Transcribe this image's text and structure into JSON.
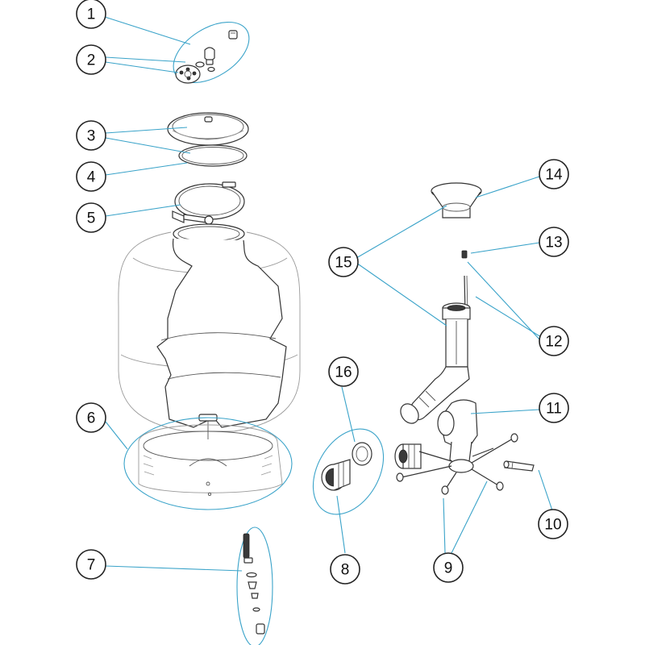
{
  "callouts": [
    {
      "label": "1"
    },
    {
      "label": "2"
    },
    {
      "label": "3"
    },
    {
      "label": "4"
    },
    {
      "label": "5"
    },
    {
      "label": "6"
    },
    {
      "label": "7"
    },
    {
      "label": "8"
    },
    {
      "label": "9"
    },
    {
      "label": "10"
    },
    {
      "label": "11"
    },
    {
      "label": "12"
    },
    {
      "label": "13"
    },
    {
      "label": "14"
    },
    {
      "label": "15"
    },
    {
      "label": "16"
    }
  ],
  "colors": {
    "leader": "#3aa3c9",
    "outline": "#333333",
    "background": "#ffffff"
  }
}
